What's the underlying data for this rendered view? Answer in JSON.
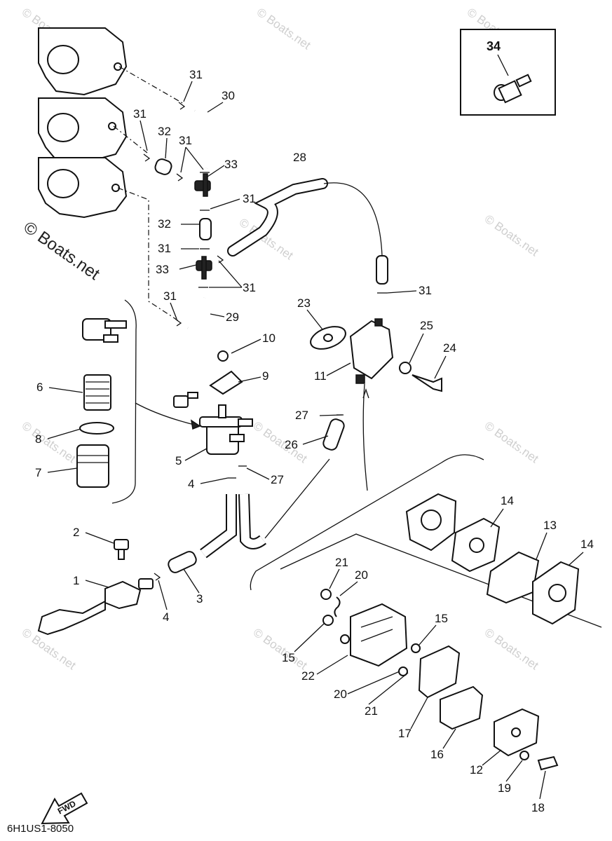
{
  "watermarks": {
    "repeat": "© Boats.net",
    "main": "© Boats.net"
  },
  "diagram_code": "6H1US1-8050",
  "fwd_label": "FWD",
  "parts": {
    "p1": "1",
    "p2": "2",
    "p3": "3",
    "p4": "4",
    "p4b": "4",
    "p5": "5",
    "p6": "6",
    "p7": "7",
    "p8": "8",
    "p9": "9",
    "p10": "10",
    "p11": "11",
    "p12": "12",
    "p13": "13",
    "p14": "14",
    "p14b": "14",
    "p15": "15",
    "p15b": "15",
    "p16": "16",
    "p17": "17",
    "p18": "18",
    "p19": "19",
    "p20": "20",
    "p20b": "20",
    "p21": "21",
    "p21b": "21",
    "p22": "22",
    "p23": "23",
    "p24": "24",
    "p25": "25",
    "p26": "26",
    "p27": "27",
    "p27b": "27",
    "p28": "28",
    "p29": "29",
    "p30": "30",
    "p31a": "31",
    "p31b": "31",
    "p31c": "31",
    "p31d": "31",
    "p31e": "31",
    "p31f": "31",
    "p31g": "31",
    "p31h": "31",
    "p32": "32",
    "p32b": "32",
    "p33": "33",
    "p33b": "33",
    "p34": "34"
  },
  "icons": [
    "carburetor-icon",
    "fuel-filter-icon",
    "fuel-pump-icon",
    "hose-icon",
    "clip-icon",
    "joint-icon",
    "bolt-icon",
    "gasket-icon",
    "fwd-arrow-icon"
  ]
}
